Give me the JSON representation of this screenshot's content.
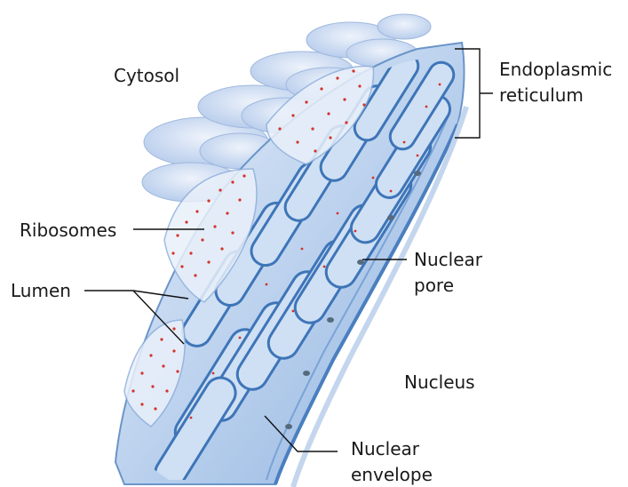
{
  "labels": {
    "cytosol": "Cytosol",
    "er_line1": "Endoplasmic",
    "er_line2": "reticulum",
    "ribosomes": "Ribosomes",
    "lumen": "Lumen",
    "nuclear_pore_line1": "Nuclear",
    "nuclear_pore_line2": "pore",
    "nucleus": "Nucleus",
    "nuclear_envelope_line1": "Nuclear",
    "nuclear_envelope_line2": "envelope"
  },
  "colors": {
    "membrane": "#4a7fbf",
    "membrane_light": "#a9c6ea",
    "lumen_fill": "#c9dcf2",
    "ribosome": "#d4322a",
    "background": "#ffffff"
  }
}
